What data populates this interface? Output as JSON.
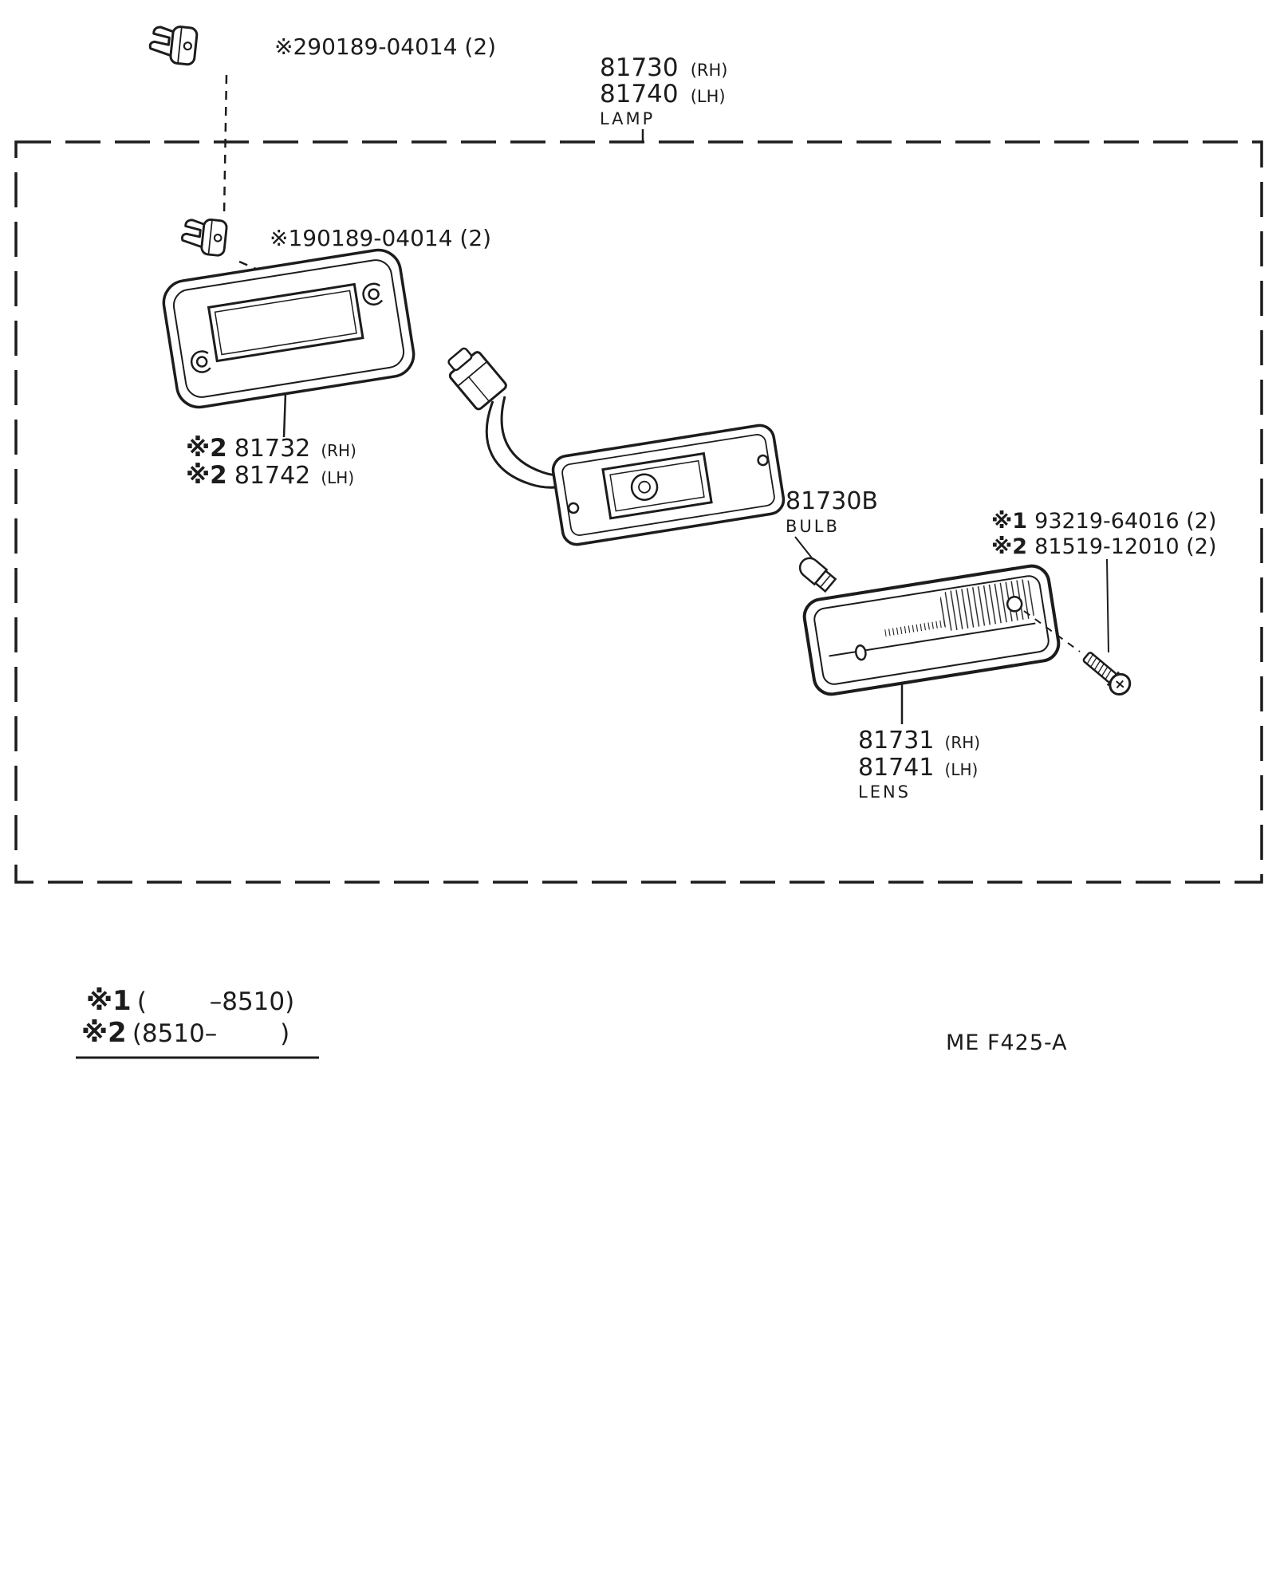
{
  "page": {
    "code": "ME  F425-A",
    "background": "#ffffff",
    "ink": "#1c1c1c"
  },
  "parts": {
    "clip_outer": {
      "label": "※290189-04014 (2)"
    },
    "clip_inner": {
      "label": "※190189-04014 (2)"
    },
    "lamp": {
      "rh_num": "81730",
      "rh_tag": "(RH)",
      "lh_num": "81740",
      "lh_tag": "(LH)",
      "name": "LAMP"
    },
    "retainer": {
      "rh_mark": "※2",
      "rh_num": "81732",
      "rh_tag": "(RH)",
      "lh_mark": "※2",
      "lh_num": "81742",
      "lh_tag": "(LH)"
    },
    "bulb": {
      "num": "81730B",
      "name": "BULB"
    },
    "screws": {
      "line1_mark": "※1",
      "line1_num": "93219-64016 (2)",
      "line2_mark": "※2",
      "line2_num": "81519-12010 (2)"
    },
    "lens": {
      "rh_num": "81731",
      "rh_tag": "(RH)",
      "lh_num": "81741",
      "lh_tag": "(LH)",
      "name": "LENS"
    }
  },
  "footnotes": {
    "note1_mark": "※1",
    "note1_body": "(        –8510)",
    "note2_mark": "※2",
    "note2_body": "(8510–        )"
  }
}
